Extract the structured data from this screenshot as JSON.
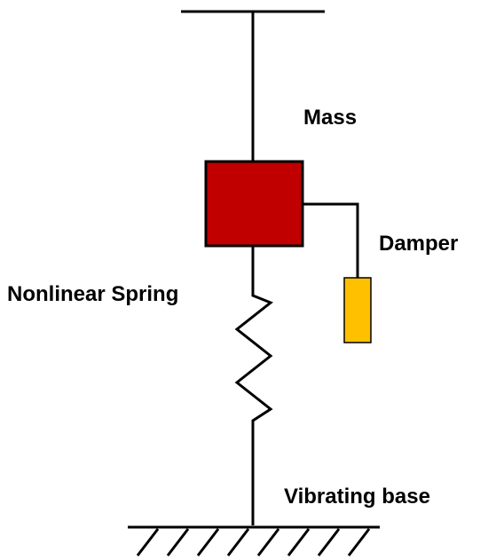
{
  "labels": {
    "mass": "Mass",
    "damper": "Damper",
    "spring": "Nonlinear Spring",
    "base": "Vibrating base"
  },
  "colors": {
    "mass_fill": "#c00000",
    "damper_fill": "#ffc000",
    "line": "#000000"
  }
}
